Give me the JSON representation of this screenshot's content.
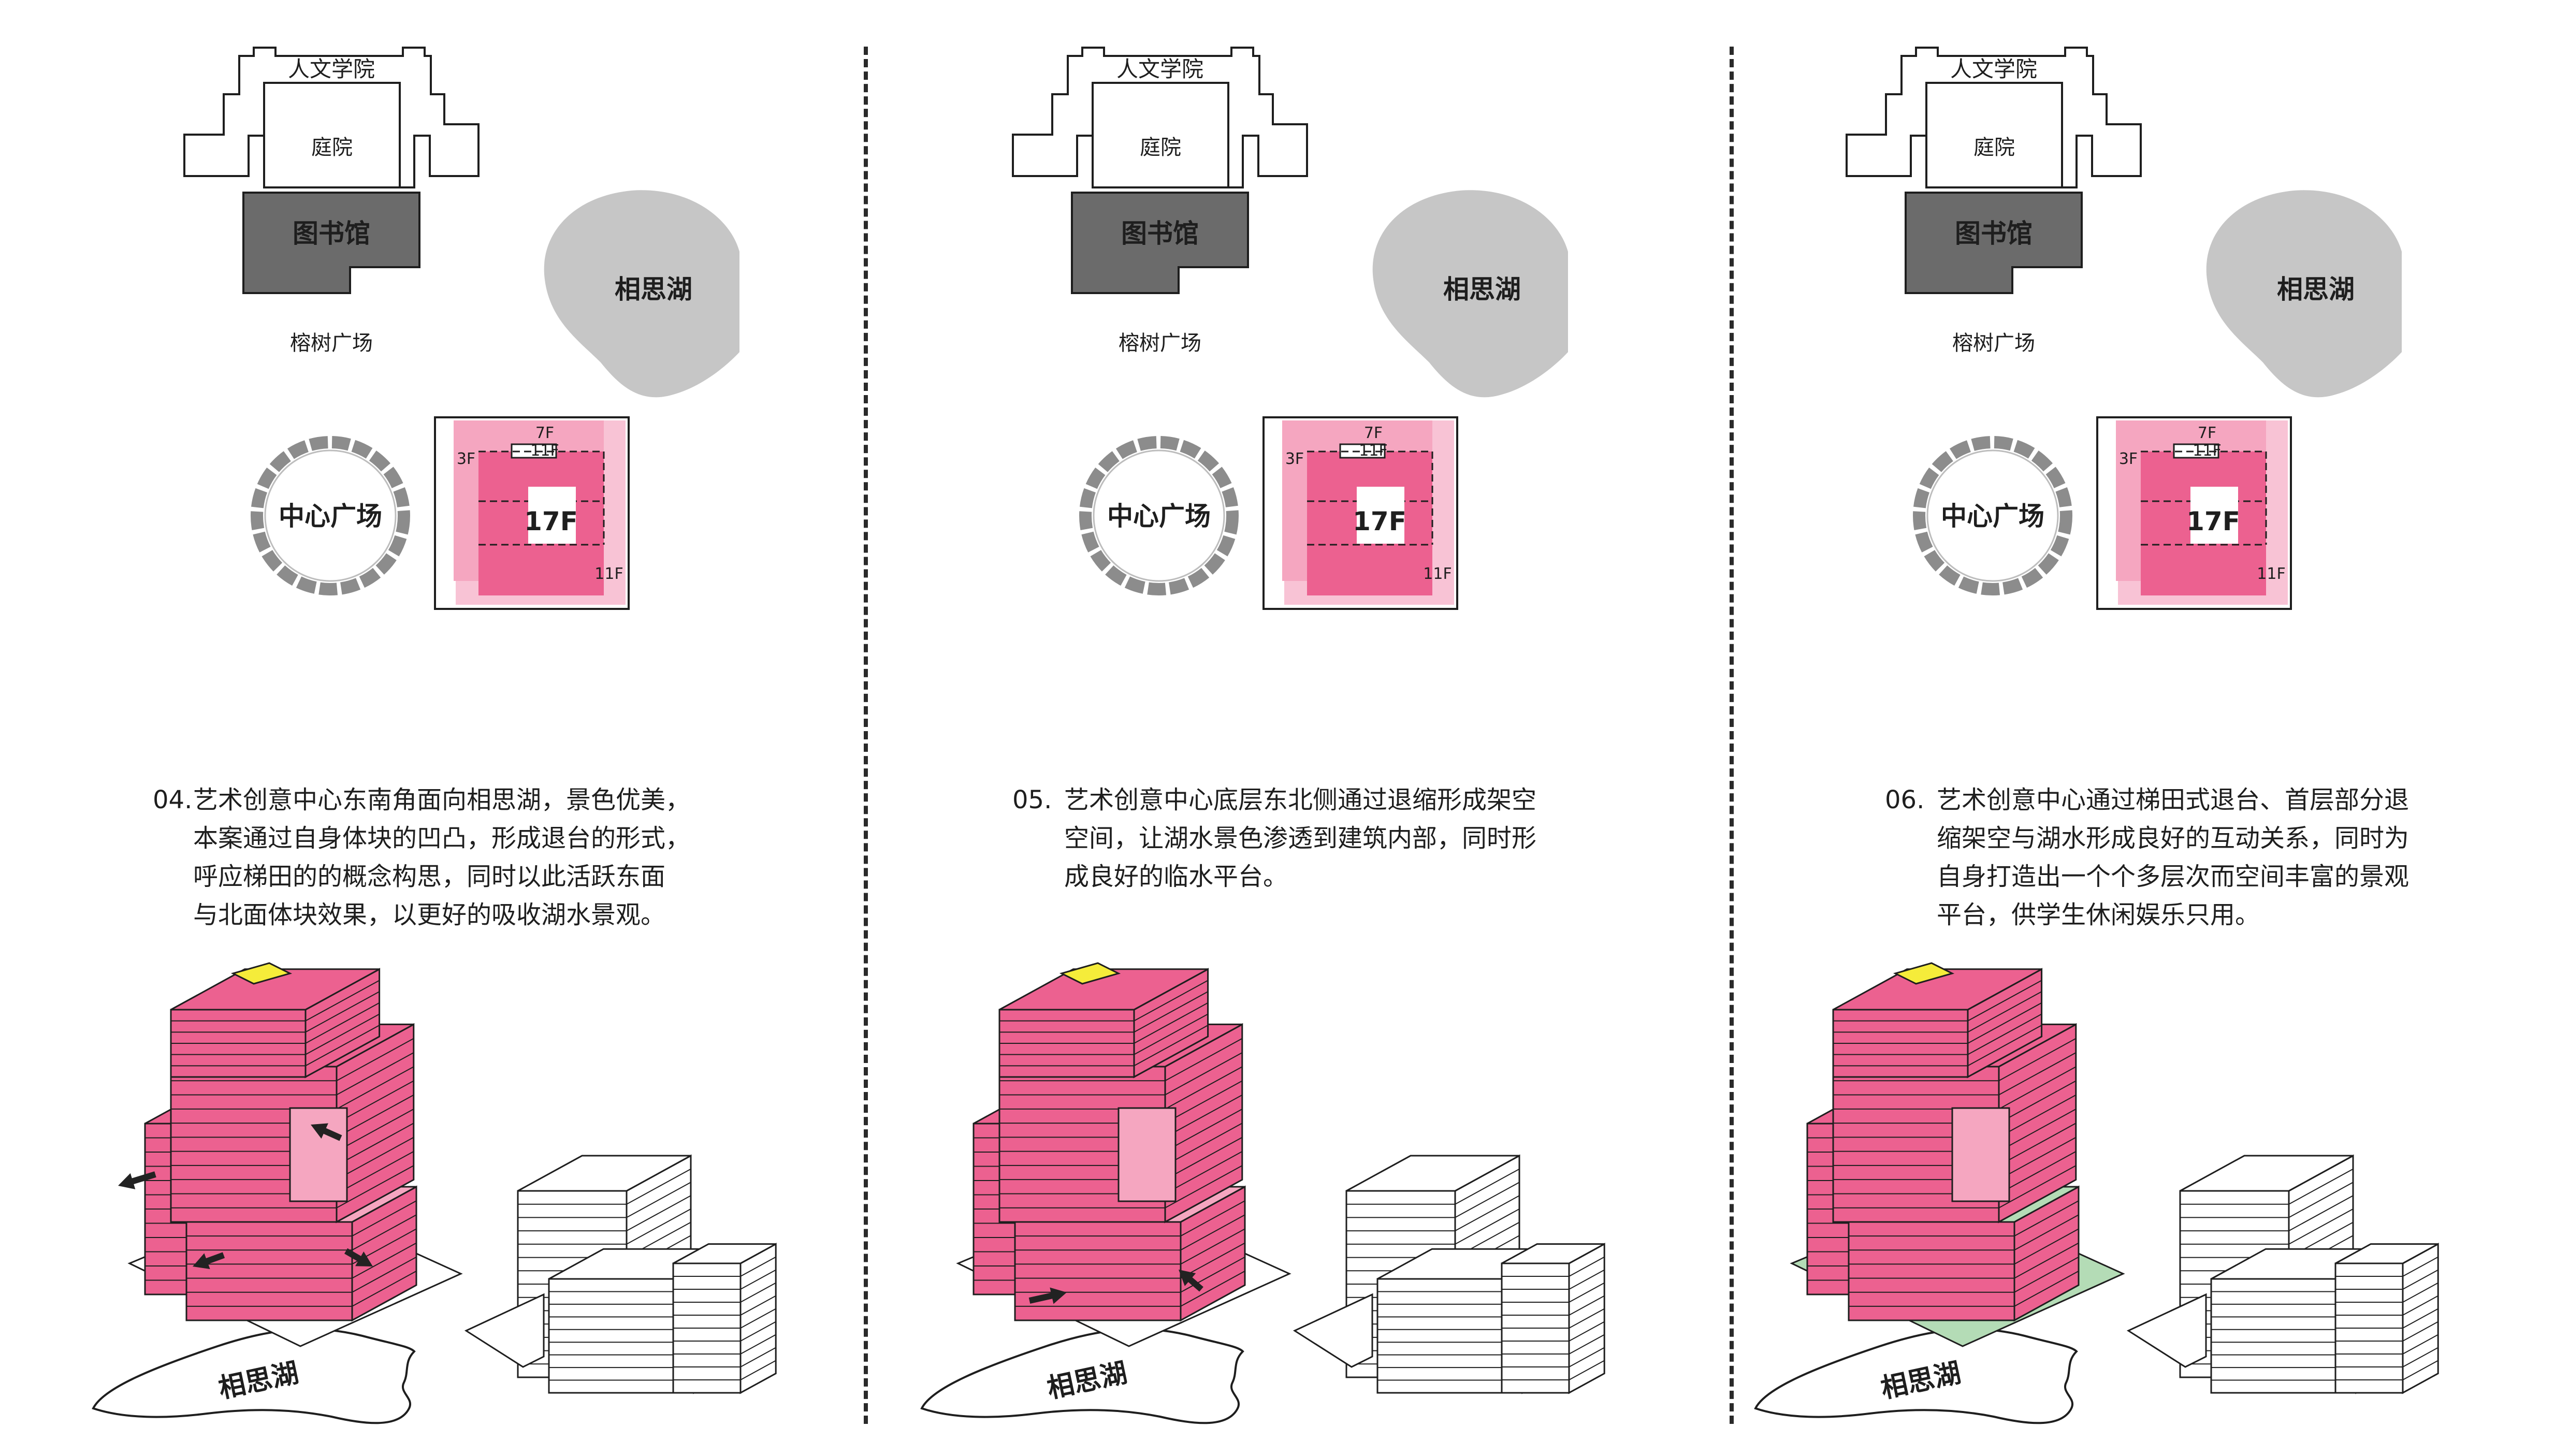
{
  "palette": {
    "library_gray": "#6b6b6b",
    "lake_gray": "#c6c6c6",
    "mass_pink": "#ec6190",
    "mass_light_pink": "#f5a6c0",
    "mass_faint_pink": "#f8c3d5",
    "atrium_yellow": "#f5ec3a",
    "terrace_green": "#b4dcb6",
    "line_dark": "#1e1e1e",
    "arrow_dark": "#222222"
  },
  "panels": [
    {
      "map": {
        "humanities": "人文学院",
        "courtyard": "庭院",
        "library": "图书馆",
        "lake": "相思湖",
        "banyan_plaza": "榕树广场",
        "central_plaza": "中心广场",
        "floors": {
          "f7": "7F",
          "f11_top": "11F",
          "f3": "3F",
          "f17": "17F",
          "f11_right": "11F"
        }
      },
      "description": {
        "number": "04.",
        "lines": [
          "艺术创意中心东南角面向相思湖，景色优美，",
          "本案通过自身体块的凹凸，形成退台的形式，",
          "呼应梯田的的概念构思，同时以此活跃东面",
          "与北面体块效果，以更好的吸收湖水景观。"
        ]
      },
      "lake_label": "相思湖"
    },
    {
      "map": {
        "humanities": "人文学院",
        "courtyard": "庭院",
        "library": "图书馆",
        "lake": "相思湖",
        "banyan_plaza": "榕树广场",
        "central_plaza": "中心广场",
        "floors": {
          "f7": "7F",
          "f11_top": "11F",
          "f3": "3F",
          "f17": "17F",
          "f11_right": "11F"
        }
      },
      "description": {
        "number": "05.",
        "lines": [
          "艺术创意中心底层东北侧通过退缩形成架空",
          "空间，让湖水景色渗透到建筑内部，同时形",
          "成良好的临水平台。"
        ]
      },
      "lake_label": "相思湖"
    },
    {
      "map": {
        "humanities": "人文学院",
        "courtyard": "庭院",
        "library": "图书馆",
        "lake": "相思湖",
        "banyan_plaza": "榕树广场",
        "central_plaza": "中心广场",
        "floors": {
          "f7": "7F",
          "f11_top": "11F",
          "f3": "3F",
          "f17": "17F",
          "f11_right": "11F"
        }
      },
      "description": {
        "number": "06.",
        "lines": [
          "艺术创意中心通过梯田式退台、首层部分退",
          "缩架空与湖水形成良好的互动关系，同时为",
          "自身打造出一个个多层次而空间丰富的景观",
          "平台，供学生休闲娱乐只用。"
        ]
      },
      "lake_label": "相思湖"
    }
  ]
}
